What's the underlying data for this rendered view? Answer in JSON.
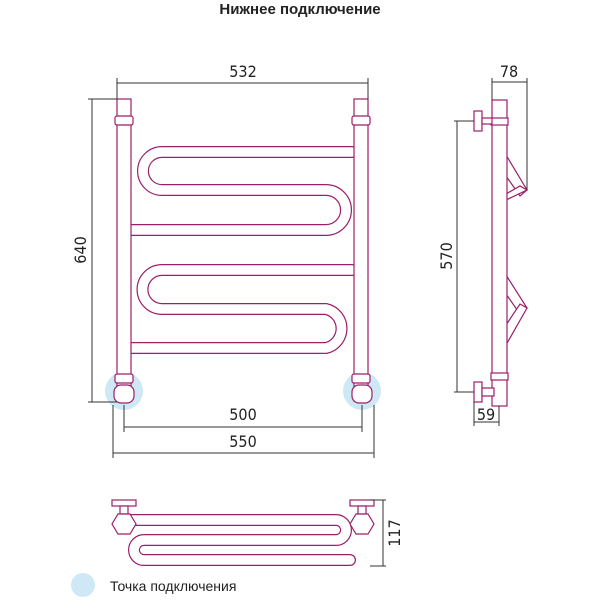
{
  "title": "Нижнее подключение",
  "dimensions": {
    "width_top": "532",
    "height": "640",
    "connection_distance": "500",
    "width_total": "550",
    "depth": "78",
    "valve_spacing": "570",
    "valve_offset": "59",
    "bottom_depth": "117"
  },
  "legend": {
    "label": "Точка подключения",
    "color": "#cfe8f5"
  },
  "colors": {
    "pipe": "#9b1f6a",
    "dimension": "#333333"
  }
}
